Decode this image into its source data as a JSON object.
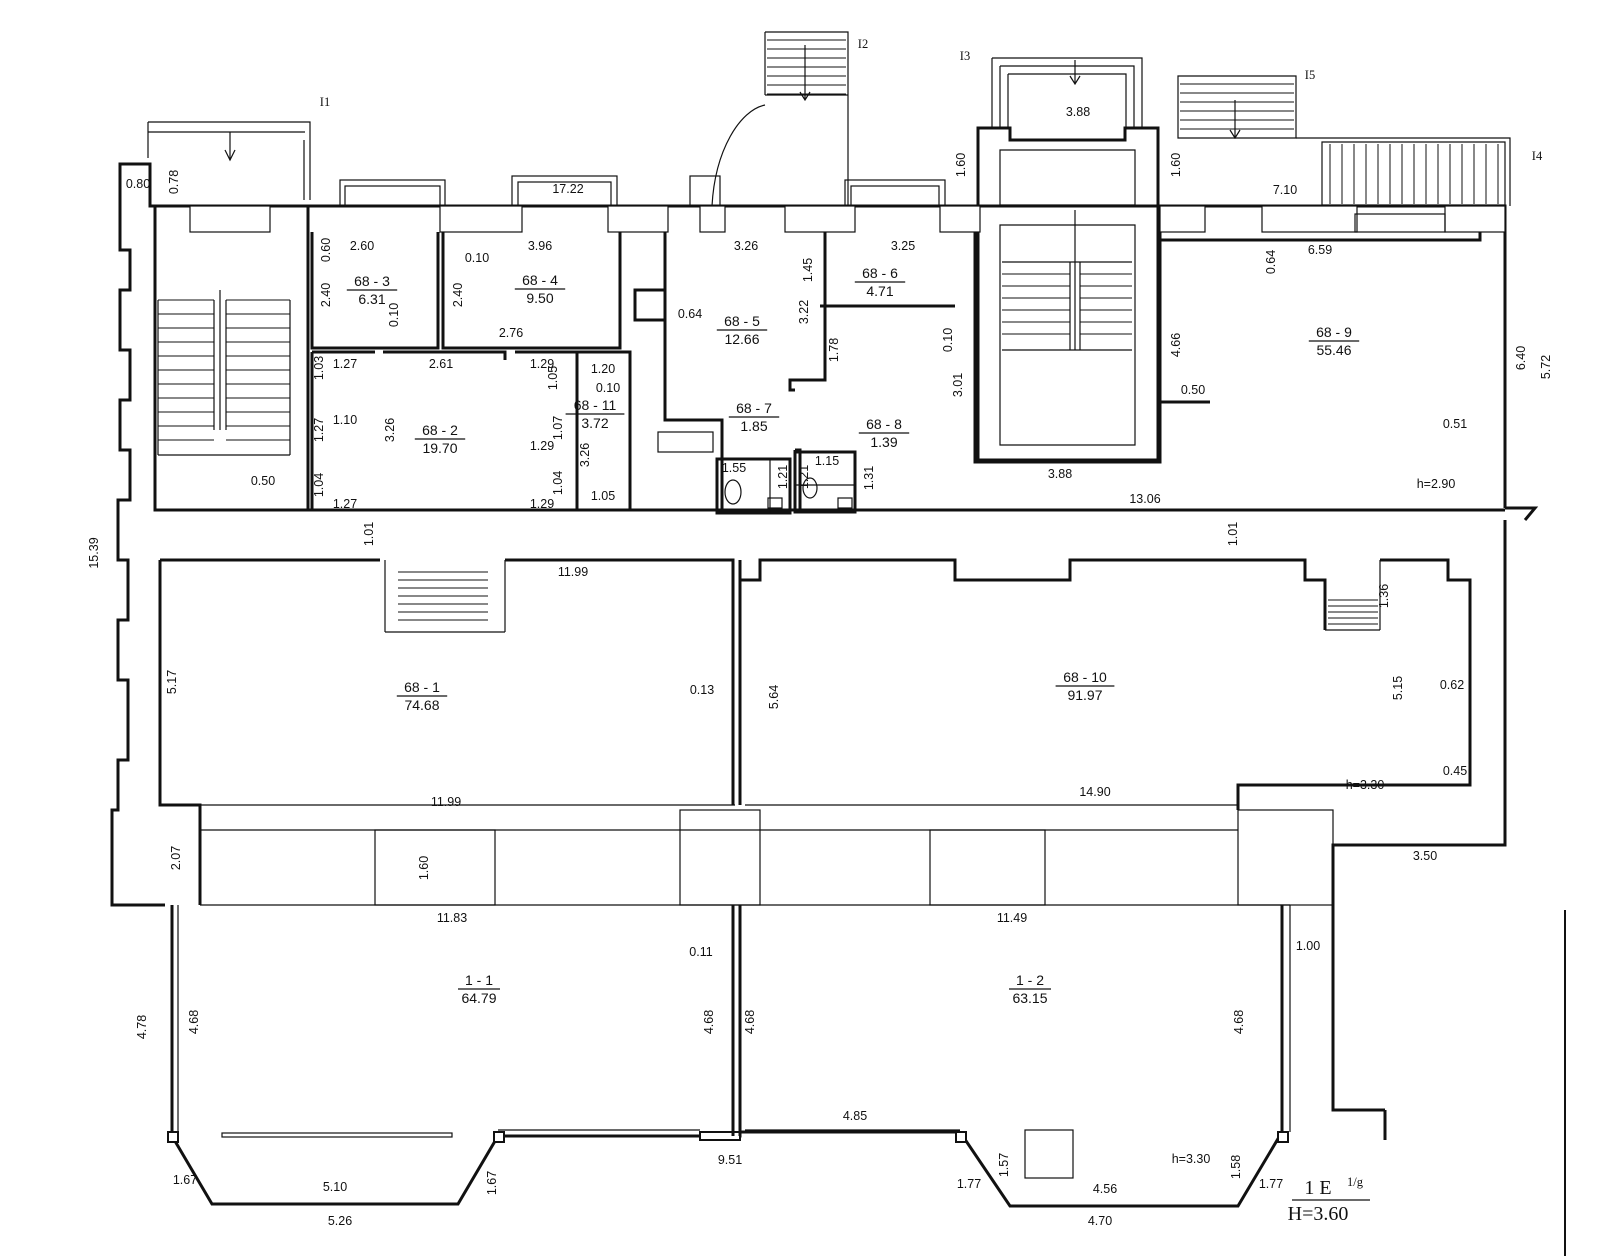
{
  "entrances": [
    "I1",
    "I2",
    "I3",
    "I4",
    "I5"
  ],
  "rooms": [
    {
      "id": "68 - 1",
      "area": "74.68"
    },
    {
      "id": "68 - 2",
      "area": "19.70"
    },
    {
      "id": "68 - 3",
      "area": "6.31"
    },
    {
      "id": "68 - 4",
      "area": "9.50"
    },
    {
      "id": "68 - 5",
      "area": "12.66"
    },
    {
      "id": "68 - 6",
      "area": "4.71"
    },
    {
      "id": "68 - 7",
      "area": "1.85"
    },
    {
      "id": "68 - 8",
      "area": "1.39"
    },
    {
      "id": "68 - 9",
      "area": "55.46"
    },
    {
      "id": "68 - 10",
      "area": "91.97"
    },
    {
      "id": "68 - 11",
      "area": "3.72"
    },
    {
      "id": "1 - 1",
      "area": "64.79"
    },
    {
      "id": "1 - 2",
      "area": "63.15"
    }
  ],
  "dimensions": [
    "0.80",
    "0.78",
    "17.22",
    "1.60",
    "3.88",
    "1.60",
    "7.10",
    "2.60",
    "0.60",
    "3.96",
    "0.10",
    "3.26",
    "3.25",
    "6.59",
    "0.64",
    "2.40",
    "2.40",
    "0.10",
    "2.76",
    "0.64",
    "1.45",
    "3.22",
    "1.78",
    "0.10",
    "4.66",
    "6.40",
    "1.27",
    "1.03",
    "2.61",
    "1.29",
    "1.05",
    "1.20",
    "0.10",
    "3.01",
    "0.50",
    "5.72",
    "1.10",
    "1.27",
    "3.26",
    "1.07",
    "1.29",
    "3.26",
    "0.51",
    "1.55",
    "1.21",
    "1.21",
    "1.15",
    "1.31",
    "0.50",
    "1.04",
    "1.27",
    "1.29",
    "1.04",
    "1.05",
    "3.88",
    "13.06",
    "1.01",
    "1.01",
    "11.99",
    "1.36",
    "5.17",
    "0.13",
    "5.64",
    "5.15",
    "0.62",
    "15.39",
    "0.45",
    "11.99",
    "14.90",
    "2.07",
    "1.60",
    "3.50",
    "11.83",
    "11.49",
    "1.00",
    "0.11",
    "4.78",
    "4.68",
    "4.68",
    "4.68",
    "4.68",
    "4.85",
    "9.51",
    "1.67",
    "5.10",
    "1.67",
    "5.26",
    "1.57",
    "1.77",
    "4.56",
    "1.58",
    "1.77",
    "4.70"
  ],
  "heights": [
    "h=2.90",
    "h=3.30",
    "h=3.30"
  ],
  "floor_label": "1 E",
  "floor_label_sup": "1/g",
  "floor_height": "H=3.60"
}
